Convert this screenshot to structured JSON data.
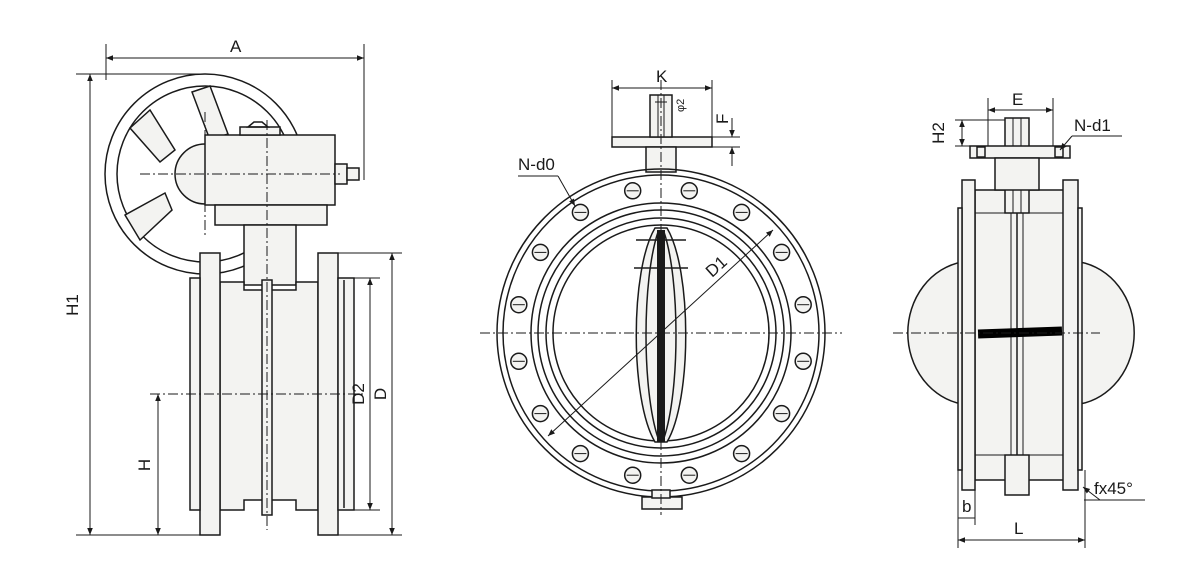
{
  "side_view": {
    "dim_a": "A",
    "dim_h1": "H1",
    "dim_h": "H",
    "dim_d2": "D2",
    "dim_d": "D"
  },
  "front_view": {
    "dim_k": "K",
    "dim_phi2": "φ2",
    "dim_f": "F",
    "dim_n_d0": "N-d0",
    "dim_d1": "D1"
  },
  "end_view": {
    "dim_e": "E",
    "dim_h2": "H2",
    "dim_n_d1": "N-d1",
    "dim_fx45": "fx45°",
    "dim_b": "b",
    "dim_l": "L"
  }
}
